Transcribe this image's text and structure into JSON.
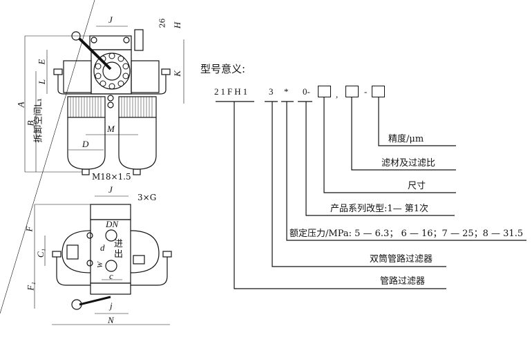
{
  "model_code": {
    "title": "型号意义:",
    "segments": [
      "21FH1",
      "3",
      "*",
      "0-",
      ",",
      "-"
    ],
    "descriptions": [
      "精度/μm",
      "滤材及过滤比",
      "尺寸",
      "产品系列改型:1— 第1次",
      "额定压力/MPa: 5 — 6.3； 6 — 16；7 — 25；8 — 31.5",
      "双筒管路过滤器",
      "管路过滤器"
    ]
  },
  "front_view": {
    "labels": {
      "J": "J",
      "dim26": "26",
      "H": "H",
      "A": "A",
      "B": "B",
      "E": "E",
      "L": "L",
      "L1": "拆卸空间L₁",
      "K": "K",
      "M": "M",
      "D": "D",
      "thread": "M18×1.5"
    }
  },
  "top_view": {
    "labels": {
      "J": "J",
      "G": "3×G",
      "F": "F",
      "C1": "C₁",
      "F1": "F₁",
      "DN": "DN",
      "inlet": "进",
      "outlet": "出",
      "d": "d",
      "W": "W",
      "c": "c",
      "j": "j",
      "N": "N"
    }
  }
}
